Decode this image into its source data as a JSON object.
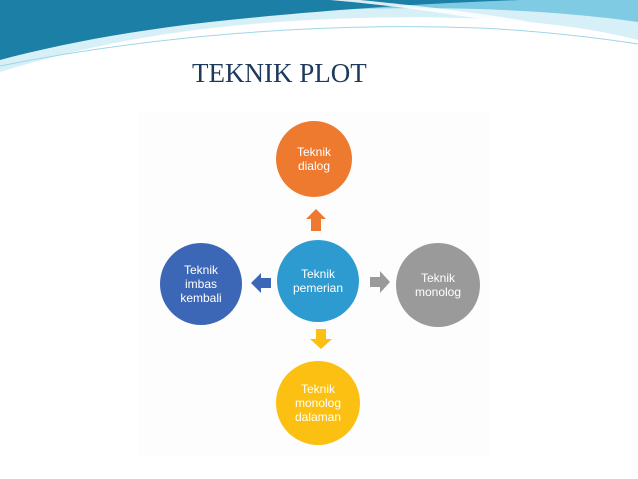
{
  "title": "TEKNIK PLOT",
  "colors": {
    "title": "#1d3a5c",
    "wave_dark": "#1b7fa6",
    "wave_light": "#bfe6f2",
    "center": "#2e9bd0",
    "top": "#ee7a2f",
    "left": "#3c67b6",
    "right": "#9a9a9a",
    "bottom": "#fbc012"
  },
  "diagram": {
    "center": "Teknik\npemerian",
    "top": "Teknik\ndialog",
    "left": "Teknik\nimbas\nkembali",
    "right": "Teknik\nmonolog",
    "bottom": "Teknik\nmonolog\ndalaman"
  }
}
